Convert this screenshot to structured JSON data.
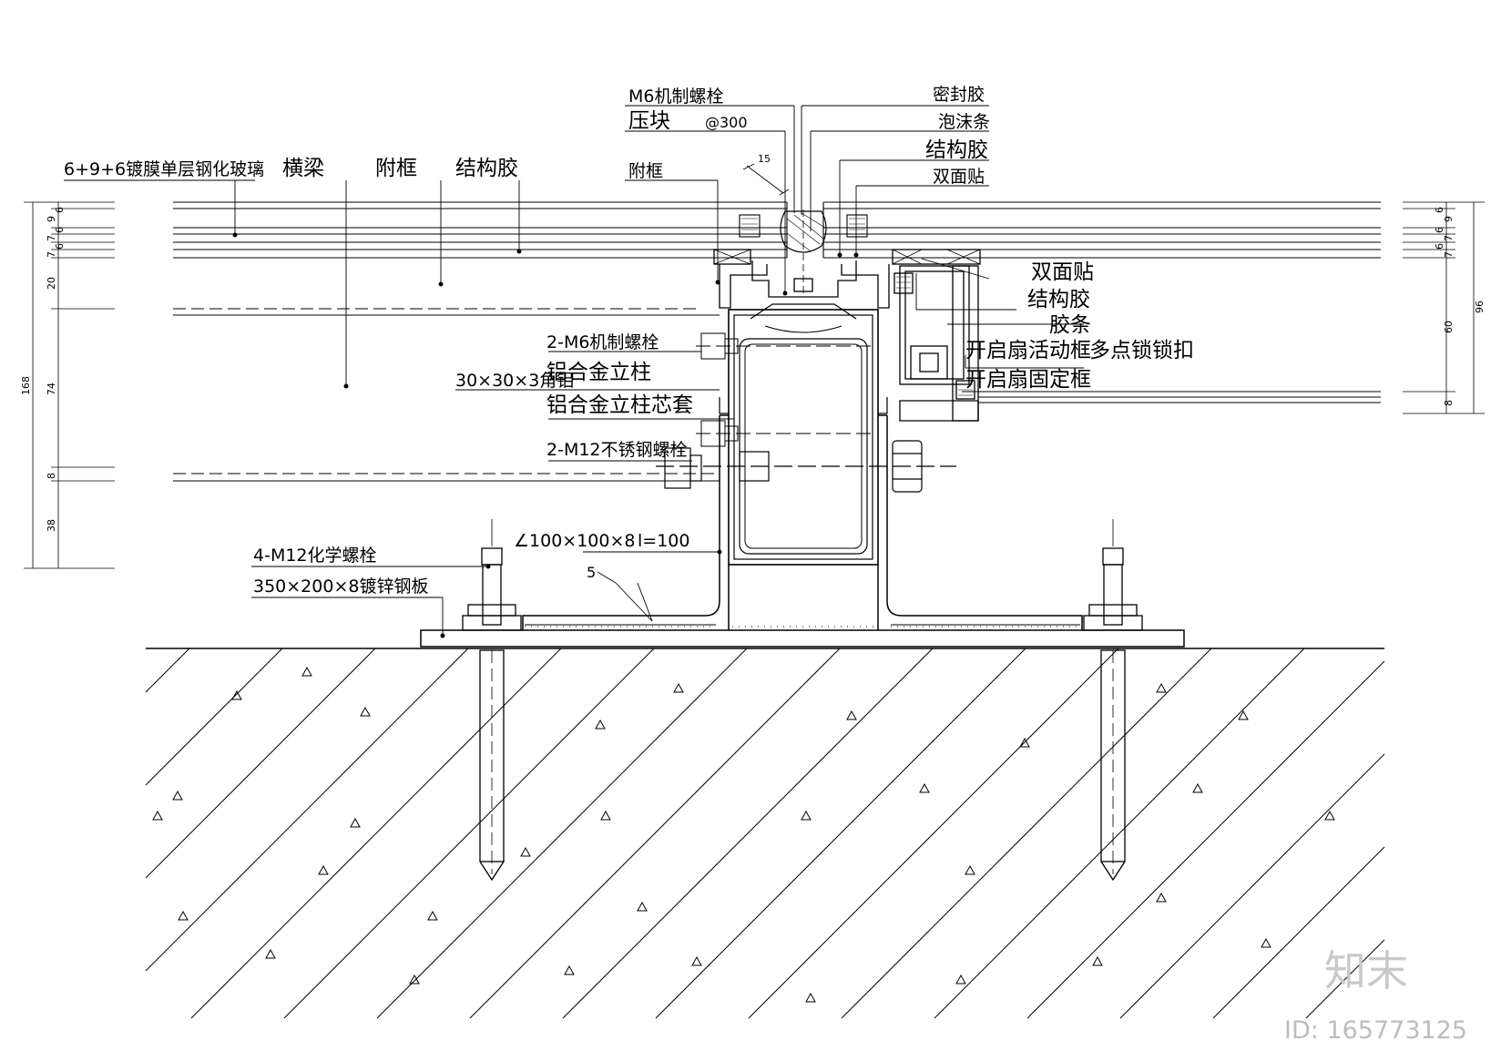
{
  "labels": {
    "glass": "6+9+6镀膜单层钢化玻璃",
    "transom": "横梁",
    "sub_frame_left": "附框",
    "structural_glue_left": "结构胶",
    "m6_bolt_top": "M6机制螺栓",
    "pressure_block": "压块",
    "spacing": "@300",
    "sub_frame_mid": "附框",
    "sealant": "密封胶",
    "foam_strip": "泡沫条",
    "structural_glue_top": "结构胶",
    "double_tape_top": "双面贴",
    "double_tape_right": "双面贴",
    "structural_glue_right": "结构胶",
    "rubber_strip": "胶条",
    "sash_movable_frame": "开启扇活动框",
    "multi_point_lock": "多点锁锁扣",
    "sash_fixed_frame": "开启扇固定框",
    "m6_bolts_2": "2-M6机制螺栓",
    "aluminum_mullion": "铝合金立柱",
    "angle_aluminum": "30×30×3角铝",
    "mullion_sleeve": "铝合金立柱芯套",
    "m12_ss_bolts": "2-M12不锈钢螺栓",
    "angle_steel": "∠100×100×8",
    "angle_length": "l=100",
    "weld": "5",
    "chem_bolts": "4-M12化学螺栓",
    "steel_plate": "350×200×8镀锌钢板"
  },
  "dimensions": {
    "left_small": [
      "6",
      "9",
      "6",
      "7",
      "6",
      "7",
      "20",
      "74",
      "8",
      "38"
    ],
    "left_total": "168",
    "right_small": [
      "6",
      "9",
      "6",
      "7",
      "6",
      "7",
      "60",
      "8"
    ],
    "right_total": "96",
    "top_gap": "15"
  },
  "watermark": {
    "brand": "知末",
    "id": "ID: 165773125"
  }
}
